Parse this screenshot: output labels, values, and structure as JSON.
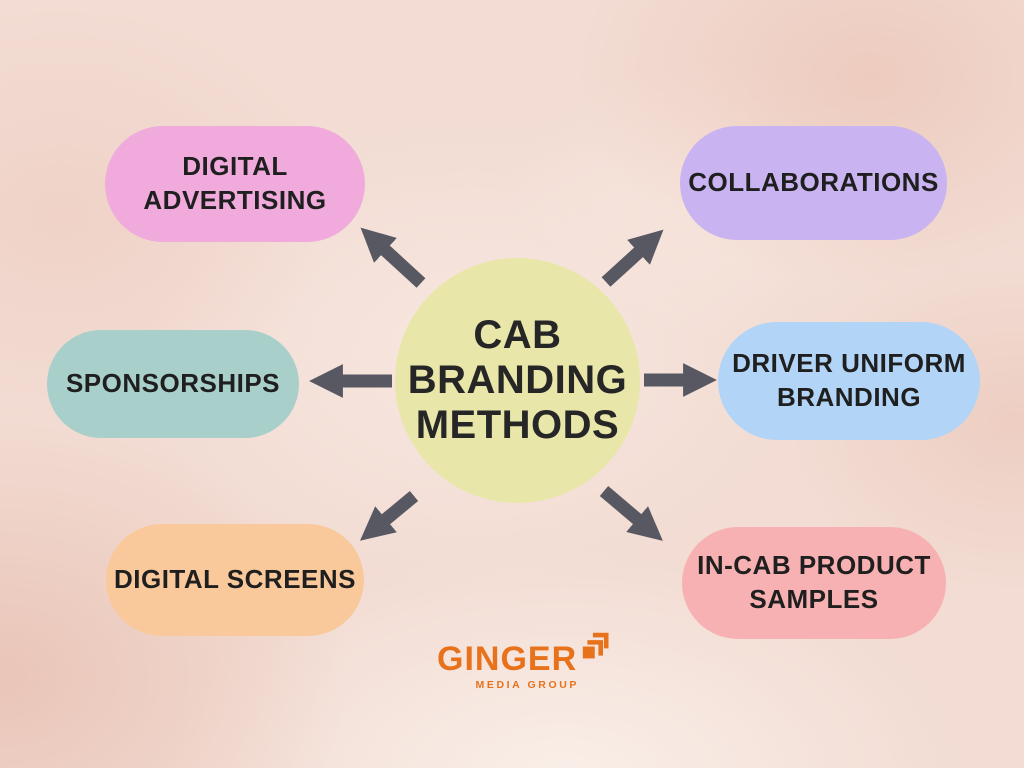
{
  "center": {
    "label": "CAB\nBRANDING\nMETHODS",
    "color": "#e9e6a9"
  },
  "nodes": [
    {
      "id": "digital-advertising",
      "label": "DIGITAL\nADVERTISING",
      "color": "#f0abdc"
    },
    {
      "id": "collaborations",
      "label": "COLLABORATIONS",
      "color": "#c9b3f1"
    },
    {
      "id": "sponsorships",
      "label": "SPONSORSHIPS",
      "color": "#a9cfcb"
    },
    {
      "id": "driver-uniform-branding",
      "label": "DRIVER UNIFORM\nBRANDING",
      "color": "#b2d4f6"
    },
    {
      "id": "digital-screens",
      "label": "DIGITAL SCREENS",
      "color": "#f9c99c"
    },
    {
      "id": "in-cab-product-samples",
      "label": "IN-CAB PRODUCT\nSAMPLES",
      "color": "#f8b1b2"
    }
  ],
  "logo": {
    "name": "GINGER",
    "tagline": "MEDIA GROUP",
    "color": "#e8721c"
  },
  "colors": {
    "arrow": "#585863",
    "text": "#1f1f1f",
    "background": "#f2dcd3"
  }
}
